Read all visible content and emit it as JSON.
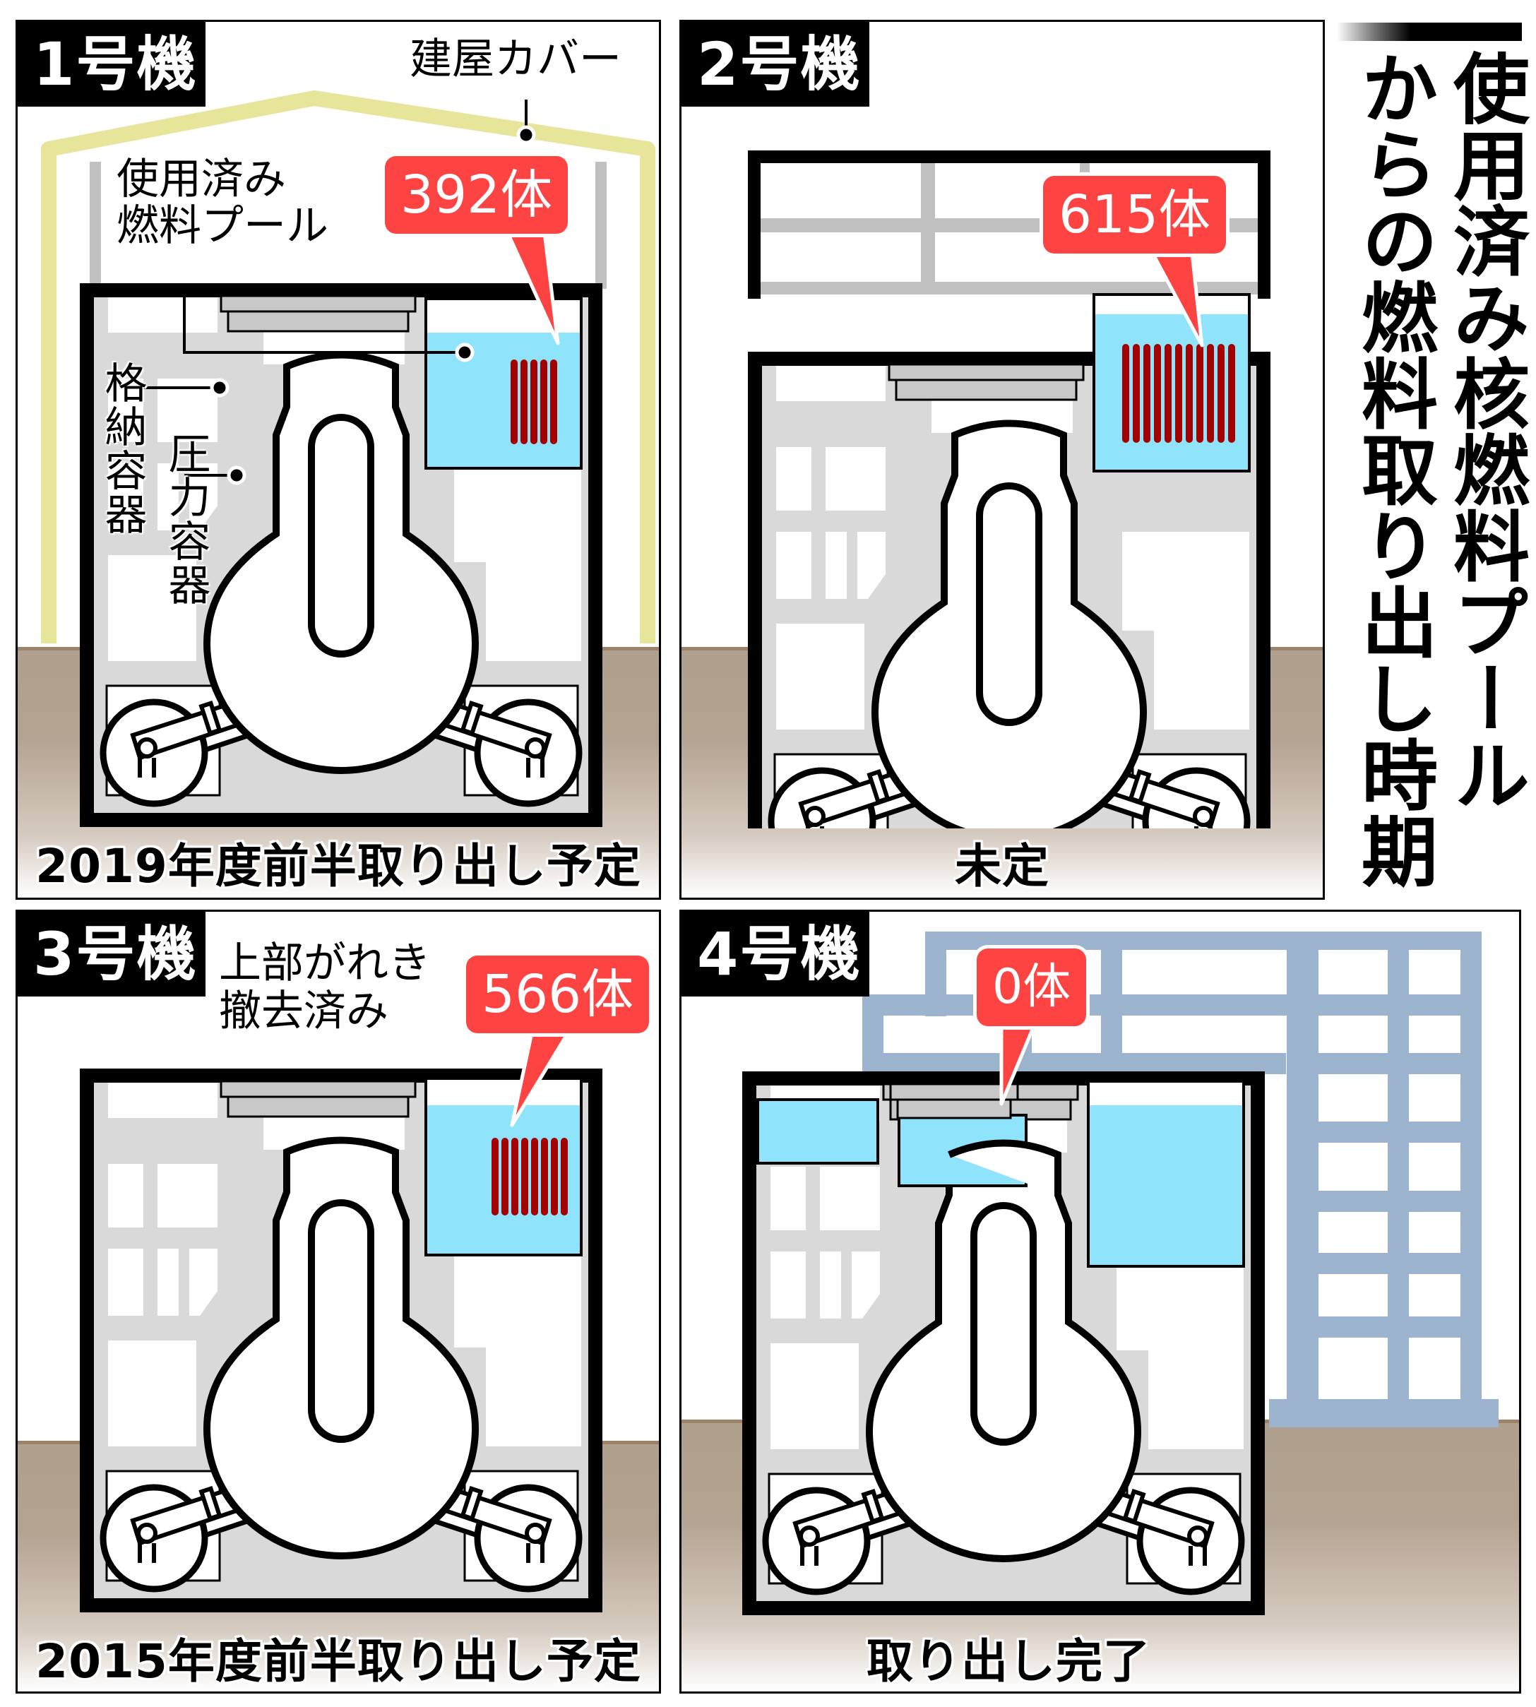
{
  "title": {
    "line1": "使用済み核燃料プール",
    "line2": "からの燃料取り出し時期"
  },
  "colors": {
    "callout_red": "#fe4343",
    "fuel_rod": "#a50000",
    "pool_water": "#8fe4fc",
    "building_cover": "#e6e59a",
    "steel_frame": "#9bb3cc",
    "ground": "#b0a08e",
    "interior_gray": "#d9d9d9"
  },
  "panels": [
    {
      "unit": "1号機",
      "fuel_count": "392体",
      "fuel_rods": 5,
      "caption": "2019年度前半取り出し予定",
      "labels": {
        "cover": "建屋カバー",
        "pool": "使用済み\n燃料プール",
        "containment": "格納容器",
        "pressure_vessel": "圧力容器"
      }
    },
    {
      "unit": "2号機",
      "fuel_count": "615体",
      "fuel_rods": 11,
      "caption": "未定"
    },
    {
      "unit": "3号機",
      "fuel_count": "566体",
      "fuel_rods": 8,
      "caption": "2015年度前半取り出し予定",
      "labels": {
        "debris_line1": "上部がれき",
        "debris_line2": "撤去済み"
      }
    },
    {
      "unit": "4号機",
      "fuel_count": "0体",
      "fuel_rods": 0,
      "caption": "取り出し完了"
    }
  ]
}
